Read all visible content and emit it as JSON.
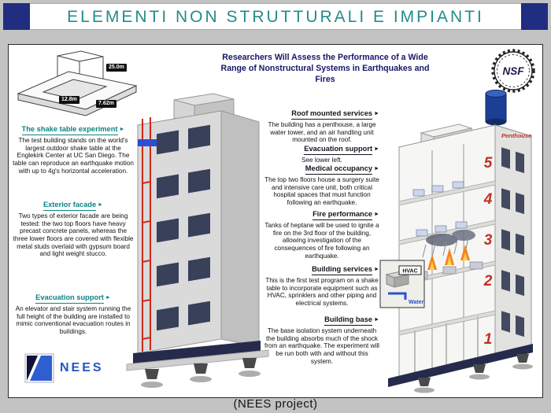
{
  "title": "ELEMENTI NON STRUTTURALI E IMPIANTI",
  "caption": "(NEES project)",
  "colors": {
    "accent_teal": "#258b8b",
    "corner_navy": "#202d80",
    "headline_navy": "#16166a",
    "floor_number_red": "#c23026",
    "nees_blue": "#2456c5"
  },
  "icons": {
    "arrow_right": "►"
  },
  "infographic": {
    "heading": "Researchers Will Assess the Performance of a Wide Range of Nonstructural Systems in Earthquakes and Fires",
    "nsf_label": "NSF",
    "nees_label": "NEES",
    "shake_table_dims": {
      "length": "25.0m",
      "width": "12.8m",
      "platform": "7.62m"
    },
    "left_sections": [
      {
        "title": "The shake table experiment",
        "body": "The test building stands on the world's largest outdoor shake table at the Englekirk Center at UC San Diego. The table can reproduce an earthquake motion with up to 4g's horizontal acceleration."
      },
      {
        "title": "Exterior facade",
        "body": "Two types of exterior facade are being tested: the two top floors have heavy precast concrete panels, whereas the three lower floors are covered with flexible metal studs overlaid with gypsum board and light weight stucco."
      },
      {
        "title": "Evacuation support",
        "body": "An elevator and stair system running the full height of the building are installed to mimic conventional evacuation routes in buildings."
      }
    ],
    "right_sections": [
      {
        "title": "Roof mounted services",
        "body": "The building has a penthouse, a large water tower, and an air handling unit mounted on the roof."
      },
      {
        "title": "Evacuation support",
        "body": "See lower left."
      },
      {
        "title": "Medical occupancy",
        "body": "The top two floors house a surgery suite and intensive care unit, both critical hospital spaces that must function following an earthquake."
      },
      {
        "title": "Fire performance",
        "body": "Tanks of heptane will be used to ignite a fire on the 3rd floor of the building, allowing investigation of the consequences of fire following an earthquake."
      },
      {
        "title": "Building services",
        "body": "This is the first test program on a shake table to incorporate equipment such as HVAC, sprinklers and other piping and electrical systems."
      },
      {
        "title": "Building base",
        "body": "The base isolation system underneath the building absorbs much of the shock from an earthquake. The experiment will be run both with and without this system."
      }
    ],
    "cutaway": {
      "penthouse": "Penthouse",
      "hvac": "HVAC",
      "water": "Water",
      "floors": [
        "5",
        "4",
        "3",
        "2",
        "1"
      ]
    }
  }
}
